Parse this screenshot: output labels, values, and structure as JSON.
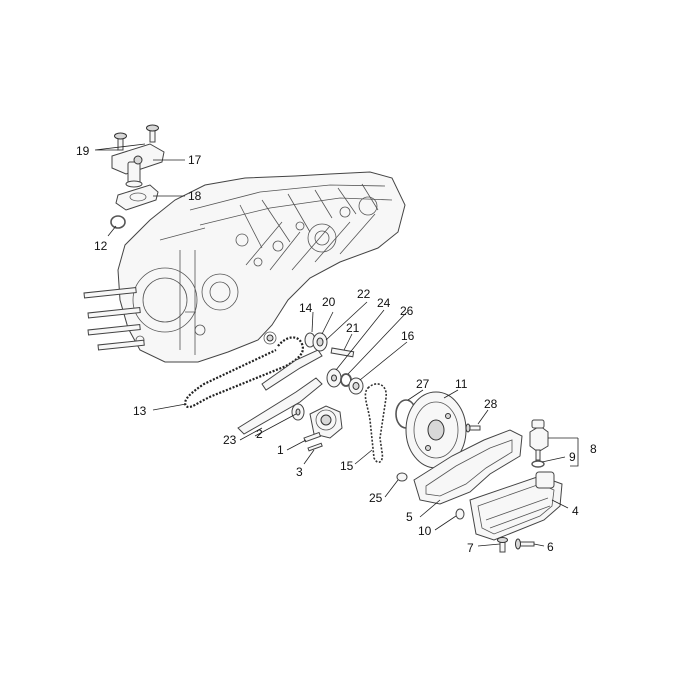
{
  "callouts": [
    {
      "id": "c1",
      "label": "1"
    },
    {
      "id": "c2",
      "label": "2"
    },
    {
      "id": "c3",
      "label": "3"
    },
    {
      "id": "c4",
      "label": "4"
    },
    {
      "id": "c5",
      "label": "5"
    },
    {
      "id": "c6",
      "label": "6"
    },
    {
      "id": "c7",
      "label": "7"
    },
    {
      "id": "c8",
      "label": "8"
    },
    {
      "id": "c9",
      "label": "9"
    },
    {
      "id": "c10",
      "label": "10"
    },
    {
      "id": "c11",
      "label": "11"
    },
    {
      "id": "c12",
      "label": "12"
    },
    {
      "id": "c13",
      "label": "13"
    },
    {
      "id": "c14",
      "label": "14"
    },
    {
      "id": "c15",
      "label": "15"
    },
    {
      "id": "c16",
      "label": "16"
    },
    {
      "id": "c17",
      "label": "17"
    },
    {
      "id": "c18",
      "label": "18"
    },
    {
      "id": "c19",
      "label": "19"
    },
    {
      "id": "c20",
      "label": "20"
    },
    {
      "id": "c21",
      "label": "21"
    },
    {
      "id": "c22",
      "label": "22"
    },
    {
      "id": "c23",
      "label": "23"
    },
    {
      "id": "c24",
      "label": "24"
    },
    {
      "id": "c25",
      "label": "25"
    },
    {
      "id": "c26",
      "label": "26"
    },
    {
      "id": "c27",
      "label": "27"
    },
    {
      "id": "c28",
      "label": "28"
    }
  ]
}
